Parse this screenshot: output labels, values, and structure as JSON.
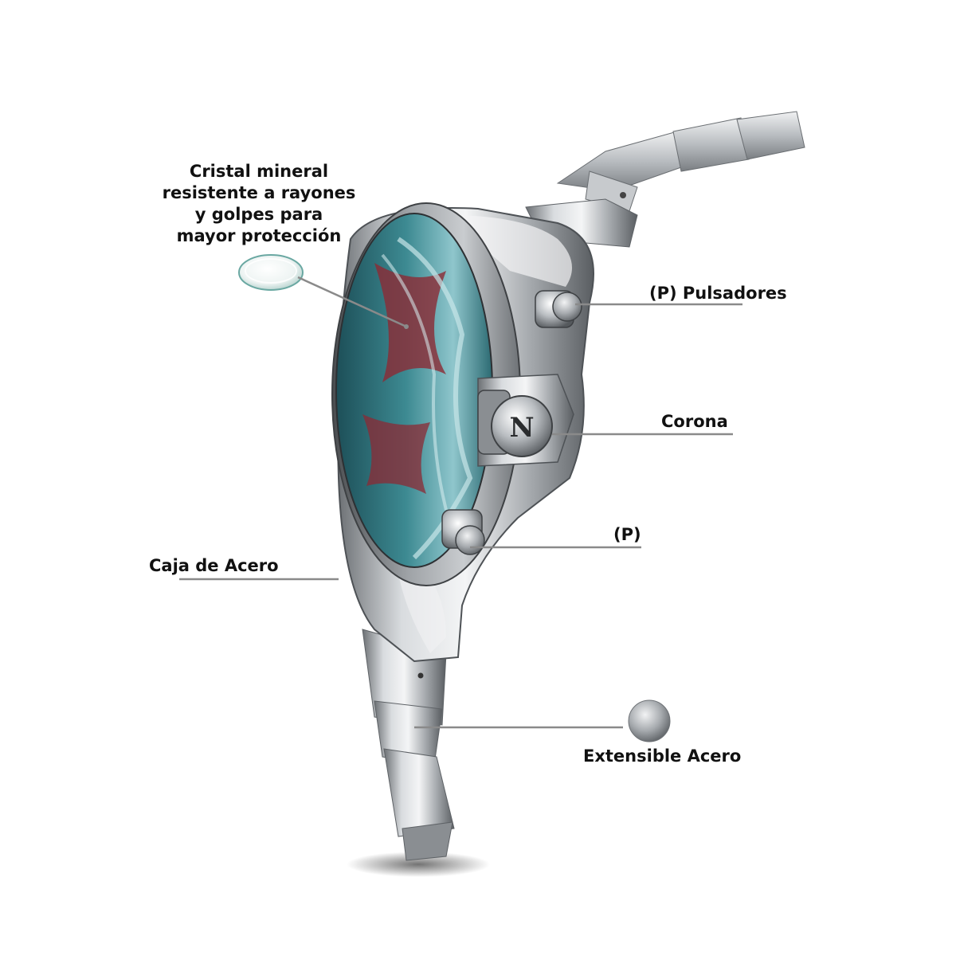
{
  "annotations": {
    "crystal": {
      "lines": [
        "Cristal mineral",
        "resistente a rayones",
        "y golpes para",
        "mayor protección"
      ]
    },
    "pushers": "(P) Pulsadores",
    "crown": "Corona",
    "pusher_short": "(P)",
    "case": "Caja de Acero",
    "bracelet": "Extensible Acero"
  },
  "crown_letter": "N",
  "colors": {
    "leader_line": "#8a8a8a",
    "steel_light": "#e6e8ea",
    "steel_dark": "#5e6266",
    "dial_teal": "#3d8a92",
    "dial_red": "#8c2a34",
    "label_text": "#111111"
  }
}
